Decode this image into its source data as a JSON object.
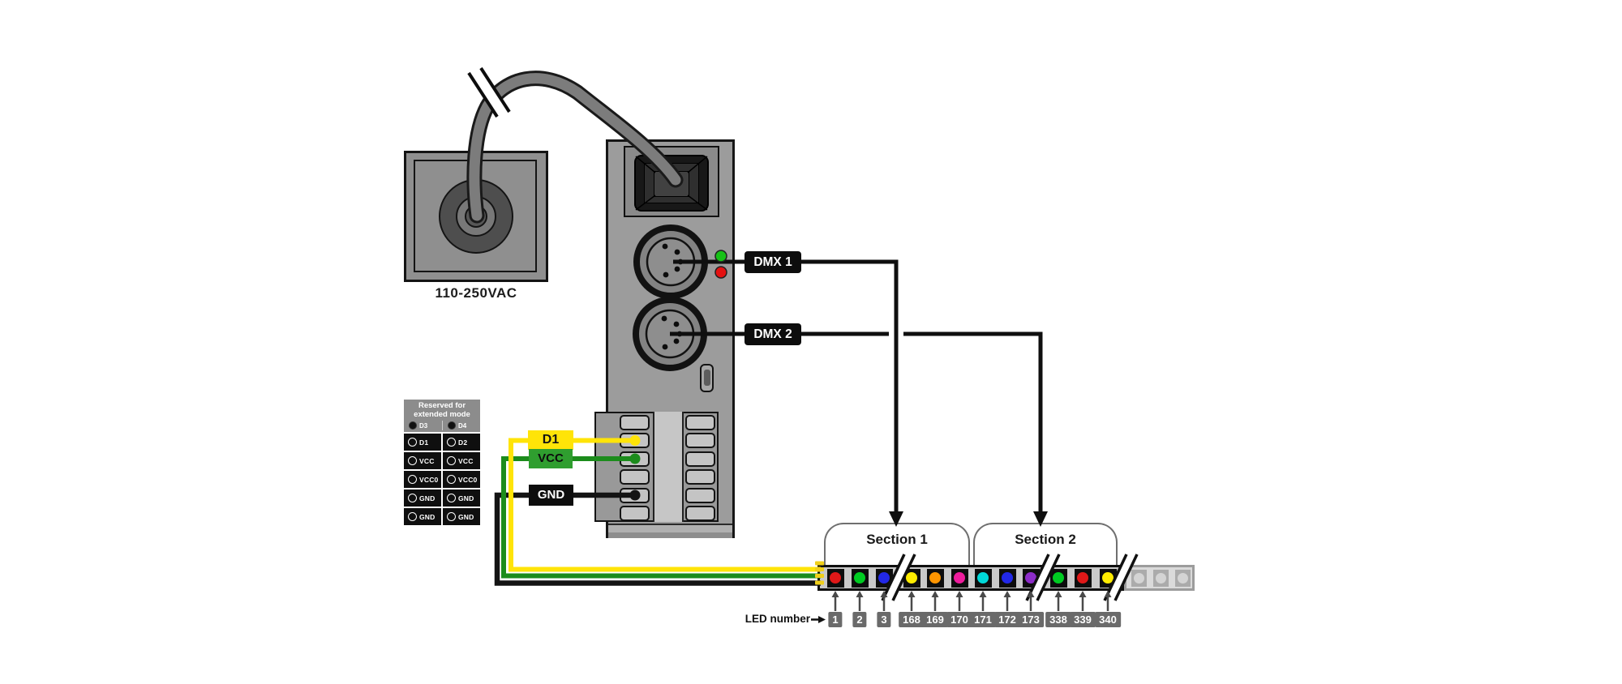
{
  "power_plug": {
    "label": "110-250VAC"
  },
  "controller": {
    "dmx_ports": [
      {
        "label": "DMX 1"
      },
      {
        "label": "DMX 2"
      }
    ],
    "indicator_leds": [
      {
        "name": "green",
        "color": "#17c117"
      },
      {
        "name": "red",
        "color": "#e51212"
      }
    ]
  },
  "wiring_labels": [
    {
      "label": "D1",
      "bg": "#ffe408",
      "fg": "#141414"
    },
    {
      "label": "VCC",
      "bg": "#2f9e2f",
      "fg": "#0d0d0d"
    },
    {
      "label": "GND",
      "bg": "#0d0d0d",
      "fg": "#ffffff"
    }
  ],
  "wire_colors": {
    "d1": "#ffe408",
    "vcc": "#1c8c1c",
    "gnd": "#141414",
    "pad": "#f0cf1a"
  },
  "signal_line_color": "#0f0f0f",
  "extended_mode_table": {
    "title_line1": "Reserved for",
    "title_line2": "extended mode",
    "header_cells": [
      "D3",
      "D4"
    ],
    "rows": [
      [
        "D1",
        "D2"
      ],
      [
        "VCC",
        "VCC"
      ],
      [
        "VCC0",
        "VCC0"
      ],
      [
        "GND",
        "GND"
      ],
      [
        "GND",
        "GND"
      ]
    ]
  },
  "sections": [
    {
      "label": "Section 1"
    },
    {
      "label": "Section 2"
    }
  ],
  "led_strip": {
    "caption": "LED number",
    "led_numbers": [
      "1",
      "2",
      "3",
      "168",
      "169",
      "170",
      "171",
      "172",
      "173",
      "338",
      "339",
      "340"
    ],
    "led_colors": [
      "#e01818",
      "#00cc22",
      "#2228e8",
      "#ffec00",
      "#ff9500",
      "#ee1c9c",
      "#00d8d8",
      "#2228e8",
      "#8c2cc8",
      "#00cc22",
      "#e01818",
      "#ffec00"
    ]
  }
}
